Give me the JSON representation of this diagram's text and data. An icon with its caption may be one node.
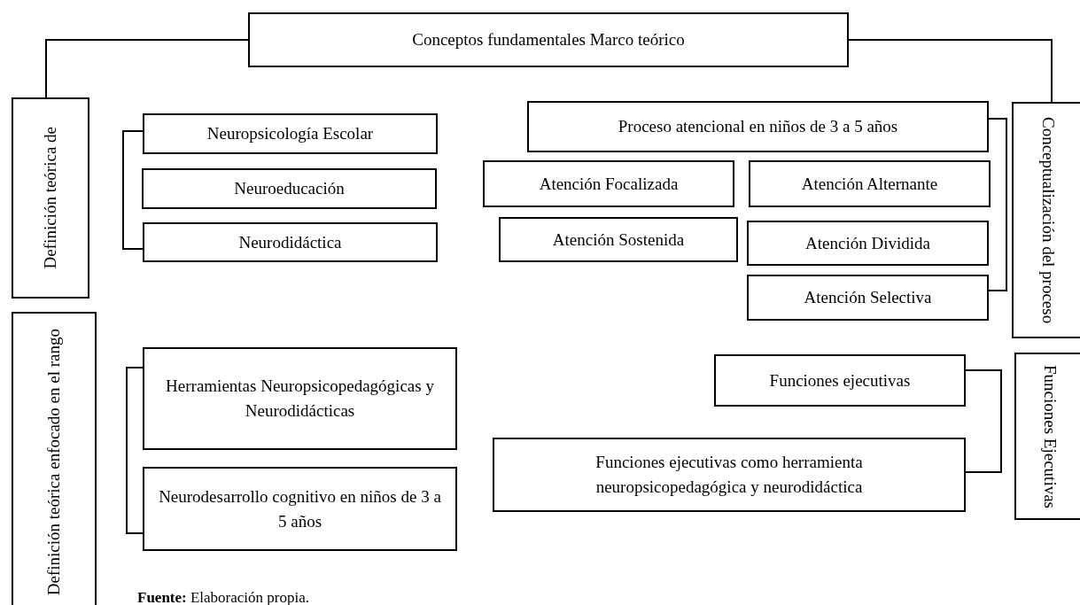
{
  "diagram": {
    "nodes": [
      {
        "text": [
          "Conceptos fundamentales Marco teórico"
        ]
      },
      {
        "text": [
          "Definición teórica de"
        ]
      },
      {
        "text": [
          "Neuropsicología Escolar"
        ]
      },
      {
        "text": [
          "Neuroeducación"
        ]
      },
      {
        "text": [
          "Neurodidáctica"
        ]
      },
      {
        "text": [
          "Proceso atencional en niños de 3 a 5 años"
        ]
      },
      {
        "text": [
          "Atención Focalizada"
        ]
      },
      {
        "text": [
          "Atención Alternante"
        ]
      },
      {
        "text": [
          "Atención Sostenida"
        ]
      },
      {
        "text": [
          "Atención Dividida"
        ]
      },
      {
        "text": [
          "Atención Selectiva"
        ]
      },
      {
        "text": [
          "Conceptualización del proceso"
        ]
      },
      {
        "text": [
          "Definición teórica enfocado en el rango"
        ]
      },
      {
        "text": [
          "Herramientas Neuropsicopedagógicas y Neurodidácticas"
        ]
      },
      {
        "text": [
          "Neurodesarrollo cognitivo en niños de 3 a 5 años"
        ]
      },
      {
        "text": [
          "Funciones ejecutivas"
        ]
      },
      {
        "text": [
          "Funciones ejecutivas como herramienta neuropsicopedagógica y neurodidáctica"
        ]
      },
      {
        "text": [
          "Funciones Ejecutivas"
        ]
      }
    ],
    "edges": [
      {
        "from": 0,
        "to": 1,
        "arrow": "none"
      },
      {
        "from": 0,
        "to": 11,
        "arrow": "none"
      },
      {
        "from": 2,
        "to": 4,
        "arrow": "none"
      },
      {
        "from": 5,
        "to": 10,
        "arrow": "none"
      },
      {
        "from": 13,
        "to": 14,
        "arrow": "none"
      },
      {
        "from": 15,
        "to": 16,
        "arrow": "none"
      }
    ],
    "labels": [
      "**Fuente:** Elaboración propia."
    ]
  }
}
